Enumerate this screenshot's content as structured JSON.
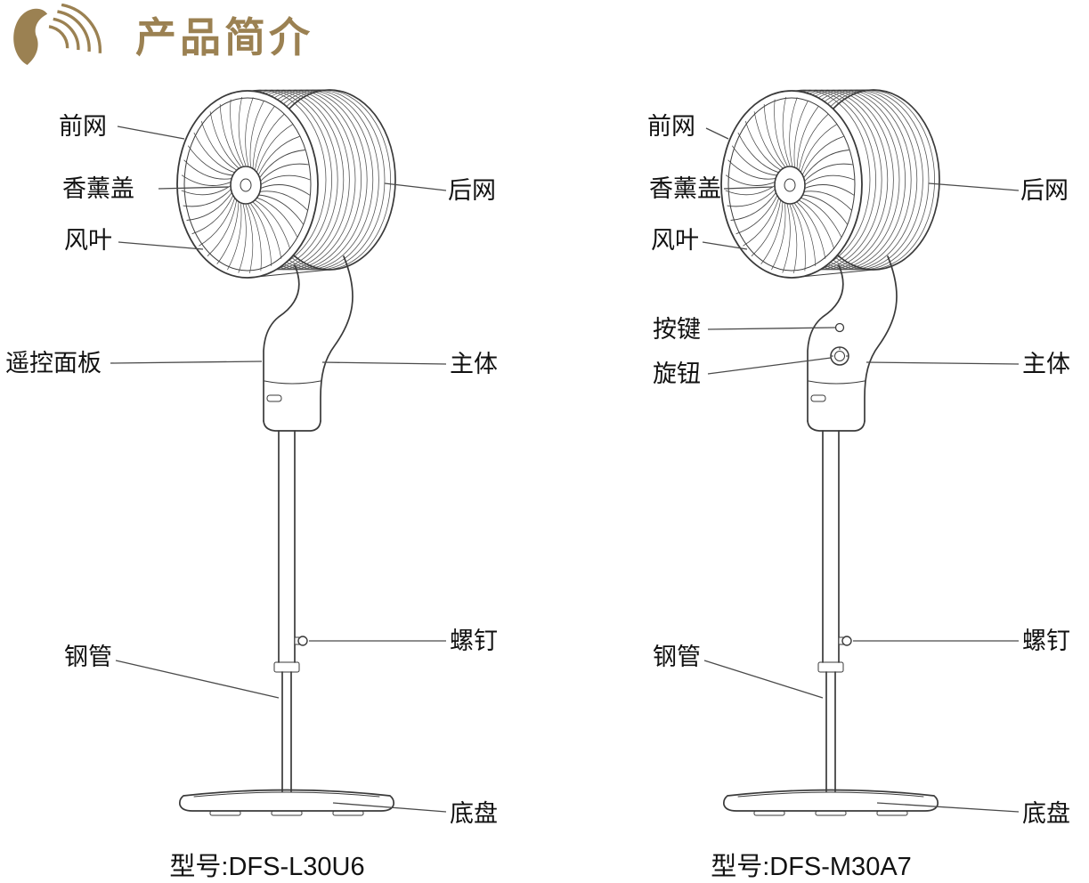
{
  "page_title": "产品简介",
  "brand": {
    "logo_icon": "arc-swirl-logo"
  },
  "colors": {
    "accent_gold": "#9b8152",
    "line": "#3a3a3a",
    "label_text": "#111111"
  },
  "diagrams": [
    {
      "model_label": "型号:DFS-L30U6",
      "labels": {
        "front_grille": "前网",
        "aroma_cover": "香薰盖",
        "fan_blade": "风叶",
        "remote_panel": "遥控面板",
        "steel_tube": "钢管",
        "rear_grille": "后网",
        "main_body": "主体",
        "screw": "螺钉",
        "base_plate": "底盘"
      }
    },
    {
      "model_label": "型号:DFS-M30A7",
      "labels": {
        "front_grille": "前网",
        "aroma_cover": "香薰盖",
        "fan_blade": "风叶",
        "button": "按键",
        "knob": "旋钮",
        "steel_tube": "钢管",
        "rear_grille": "后网",
        "main_body": "主体",
        "screw": "螺钉",
        "base_plate": "底盘"
      }
    }
  ]
}
